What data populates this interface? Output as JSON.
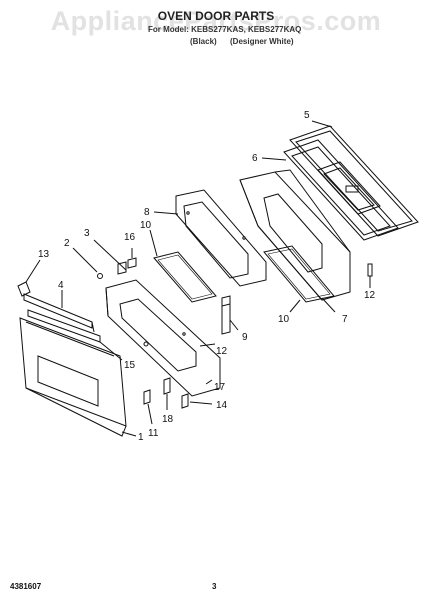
{
  "header": {
    "watermark": "AppliancePartsPros.com",
    "title": "OVEN DOOR PARTS",
    "models_label": "For Model: KEBS277KAS, KEBS277KAQ",
    "variant_black": "(Black)",
    "variant_white": "(Designer White)"
  },
  "callouts": {
    "c1": "1",
    "c2": "2",
    "c3": "3",
    "c4": "4",
    "c5": "5",
    "c6": "6",
    "c7": "7",
    "c8": "8",
    "c9": "9",
    "c10a": "10",
    "c10b": "10",
    "c11": "11",
    "c12a": "12",
    "c12b": "12",
    "c13": "13",
    "c14": "14",
    "c15": "15",
    "c16": "16",
    "c17": "17",
    "c18": "18"
  },
  "footer": {
    "doc_number": "4381607",
    "page_number": "3"
  }
}
